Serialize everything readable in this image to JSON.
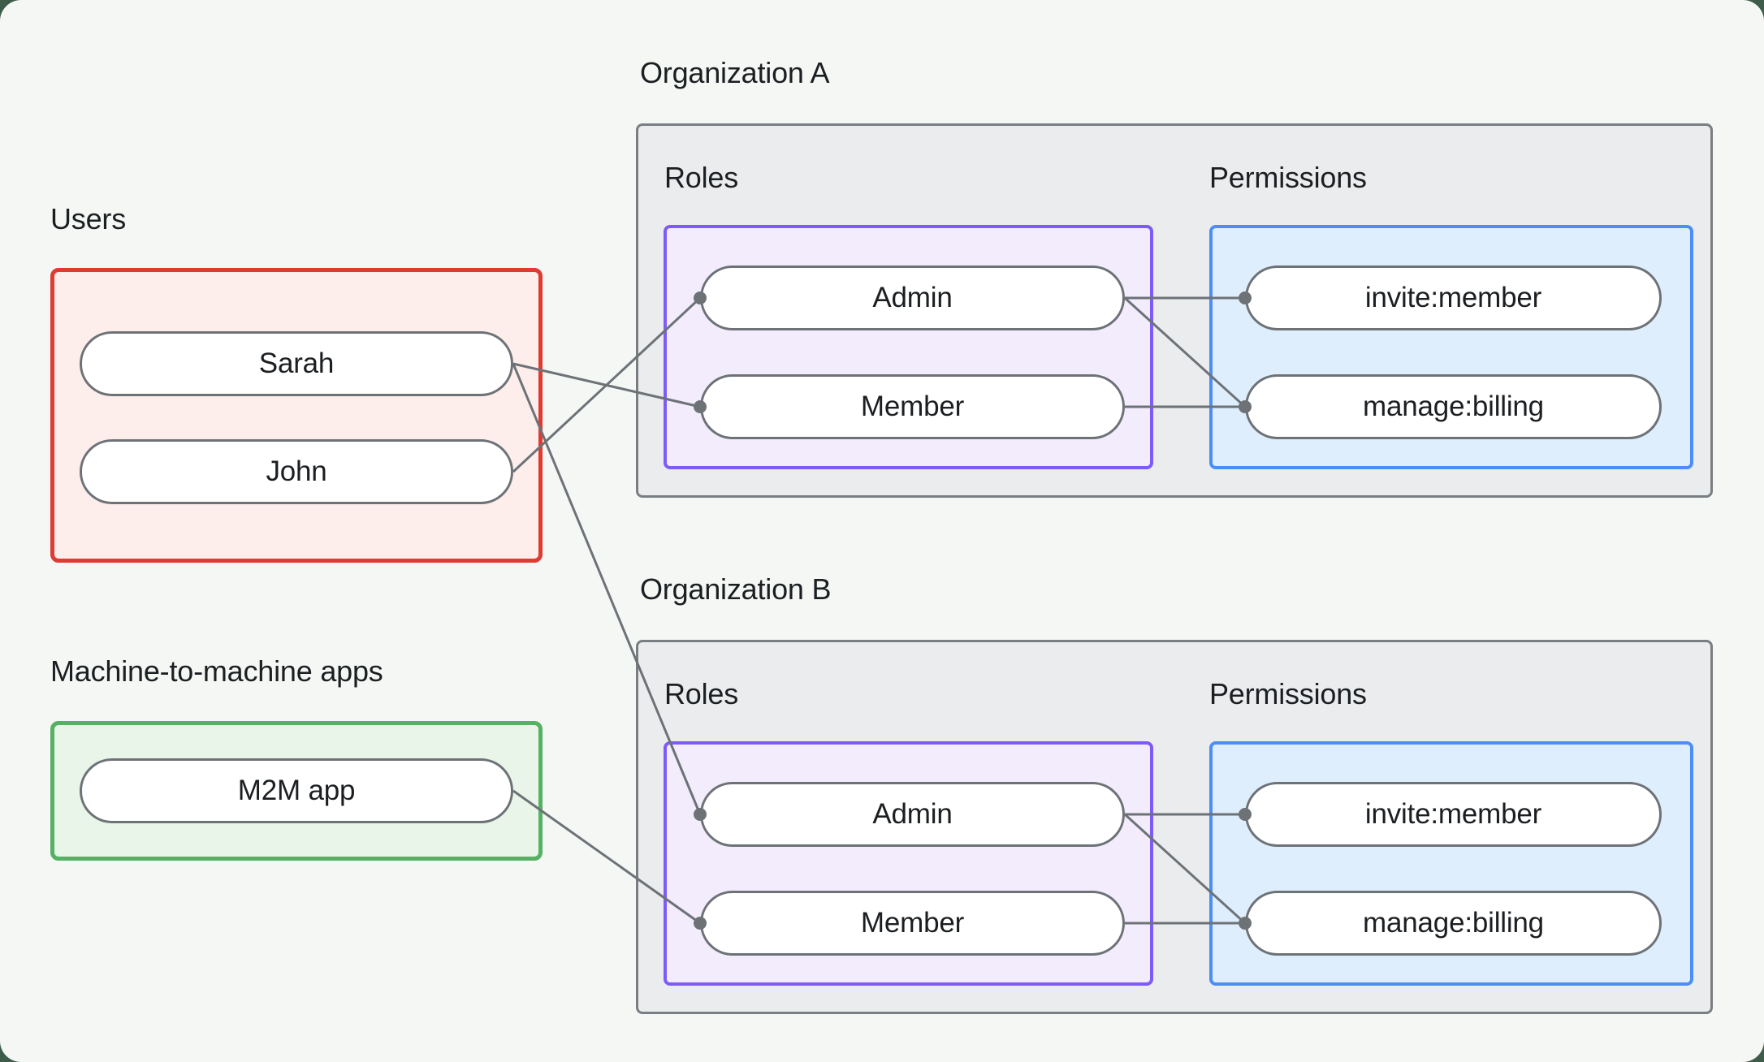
{
  "users": {
    "label": "Users",
    "items": [
      "Sarah",
      "John"
    ]
  },
  "m2m": {
    "label": "Machine-to-machine apps",
    "items": [
      "M2M app"
    ]
  },
  "orgs": [
    {
      "label": "Organization A",
      "roles_label": "Roles",
      "permissions_label": "Permissions",
      "roles": [
        "Admin",
        "Member"
      ],
      "permissions": [
        "invite:member",
        "manage:billing"
      ]
    },
    {
      "label": "Organization B",
      "roles_label": "Roles",
      "permissions_label": "Permissions",
      "roles": [
        "Admin",
        "Member"
      ],
      "permissions": [
        "invite:member",
        "manage:billing"
      ]
    }
  ],
  "connections": [
    {
      "from": "Sarah",
      "to": "Organization A / Member"
    },
    {
      "from": "John",
      "to": "Organization A / Admin"
    },
    {
      "from": "Sarah",
      "to": "Organization B / Admin"
    },
    {
      "from": "M2M app",
      "to": "Organization B / Member"
    },
    {
      "from": "Organization A / Admin",
      "to": "Organization A / invite:member"
    },
    {
      "from": "Organization A / Admin",
      "to": "Organization A / manage:billing"
    },
    {
      "from": "Organization A / Member",
      "to": "Organization A / manage:billing"
    },
    {
      "from": "Organization B / Admin",
      "to": "Organization B / invite:member"
    },
    {
      "from": "Organization B / Admin",
      "to": "Organization B / manage:billing"
    },
    {
      "from": "Organization B / Member",
      "to": "Organization B / manage:billing"
    }
  ],
  "colors": {
    "canvas_bg": "#f5f7f5",
    "outer_bg": "#3e5c49",
    "users_border": "#df3b32",
    "users_fill": "#fdeeec",
    "m2m_border": "#55b163",
    "m2m_fill": "#e9f5e9",
    "org_border": "#797e82",
    "org_fill": "#ebeced",
    "roles_border": "#7e5bf8",
    "roles_fill": "#f2ecfd",
    "permissions_border": "#4c8df6",
    "permissions_fill": "#dfeefc",
    "node_border": "#6d7277",
    "node_fill": "#ffffff",
    "edge": "#6d7277",
    "text": "#1c1f22"
  }
}
